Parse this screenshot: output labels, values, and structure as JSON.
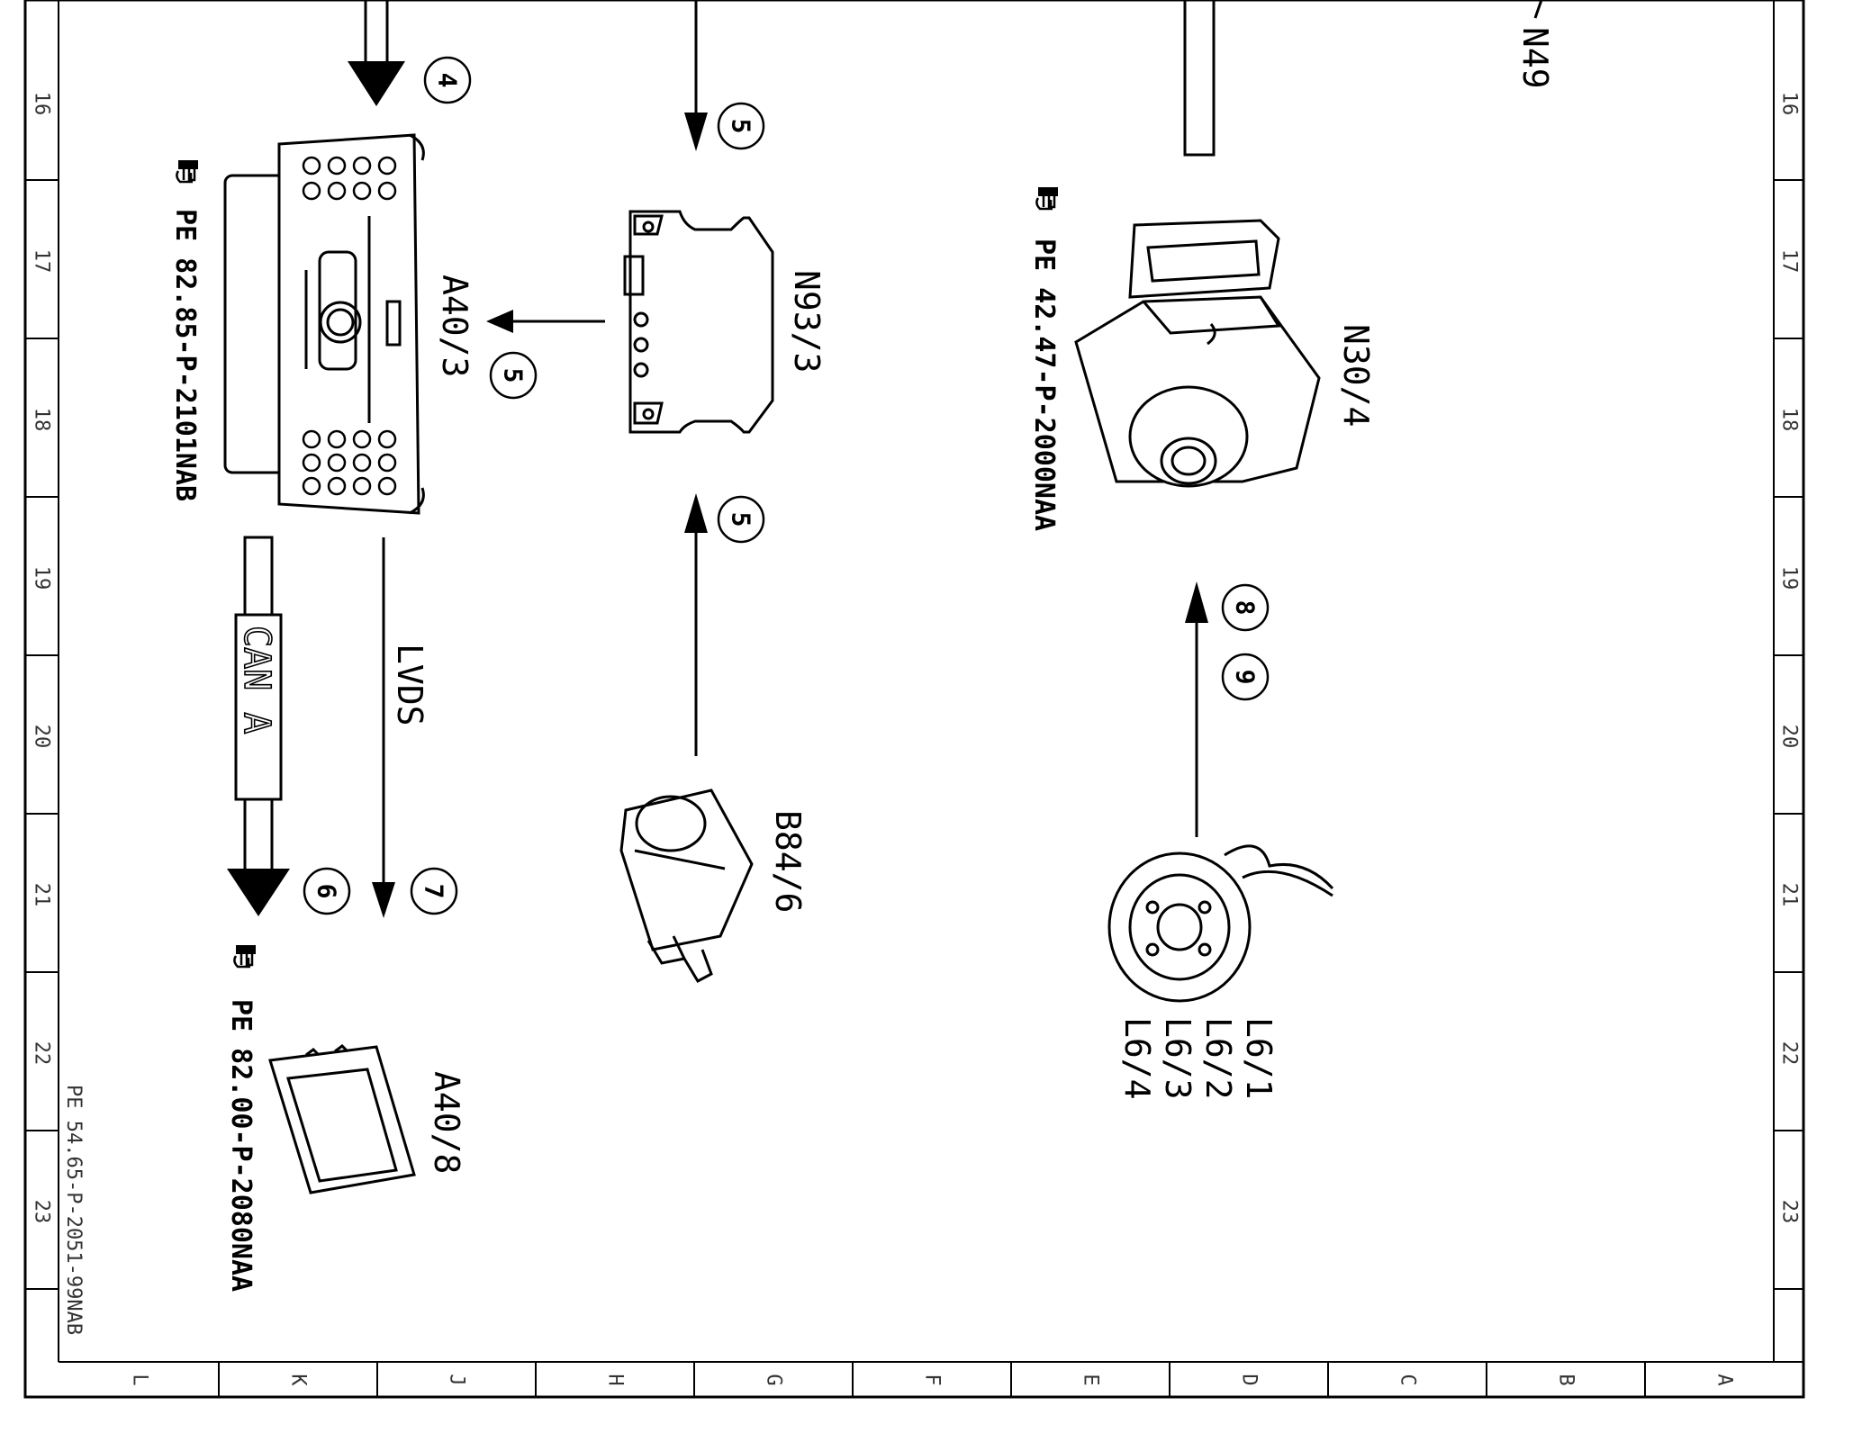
{
  "components": {
    "a40_3": "A40/3",
    "n93_3": "N93/3",
    "b84_6": "B84/6",
    "n30_4": "N30/4",
    "n49": "N49",
    "a40_8": "A40/8",
    "l6": [
      "L6/1",
      "L6/2",
      "L6/3",
      "L6/4"
    ]
  },
  "references": {
    "a40_3": "PE 82.85-P-2101NAB",
    "n30_4": "PE 42.47-P-2000NAA",
    "a40_8": "PE 82.00-P-2080NAA"
  },
  "buses": {
    "can": "CAN A",
    "lvds": "LVDS"
  },
  "callouts": {
    "c4": "4",
    "c5a": "5",
    "c5b": "5",
    "c5c": "5",
    "c6": "6",
    "c7": "7",
    "c8": "8",
    "c9": "9"
  },
  "grid": {
    "rows": [
      "16",
      "17",
      "18",
      "19",
      "20",
      "21",
      "22",
      "23"
    ],
    "columns": [
      "L",
      "K",
      "J",
      "H",
      "G",
      "F",
      "E",
      "D",
      "C",
      "B",
      "A"
    ]
  },
  "document_id": "PE 54.65-P-2051-99NAB",
  "icons": [
    "hand-pointer-icon"
  ]
}
